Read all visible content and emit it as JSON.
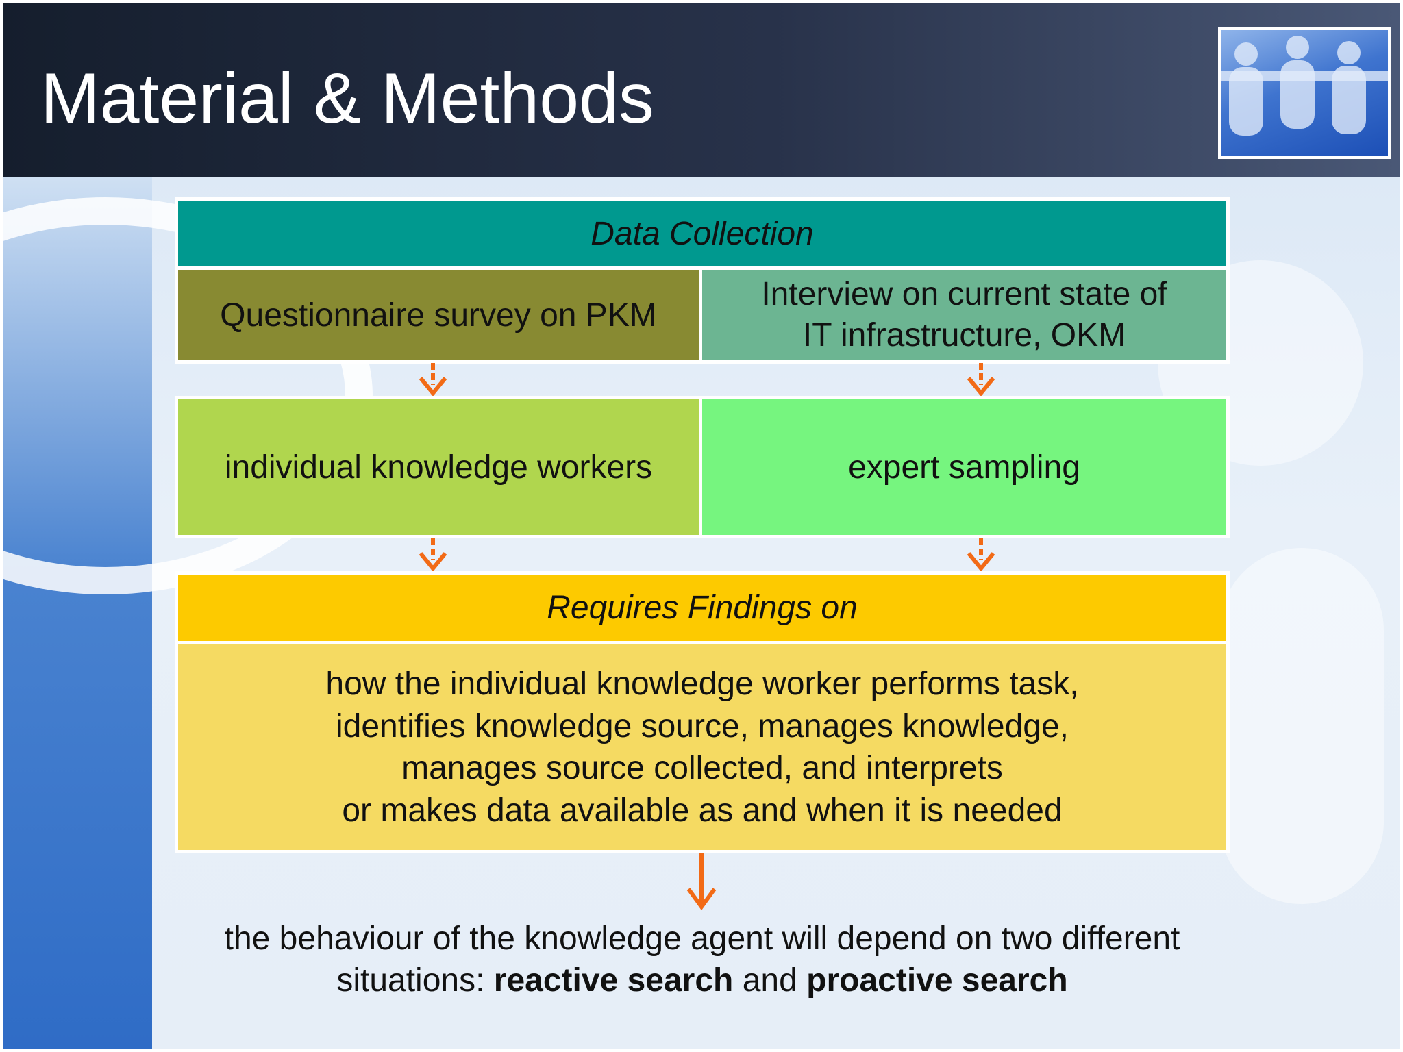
{
  "slide": {
    "title": "Material & Methods",
    "logo": "people-chain-logo"
  },
  "flow": {
    "data_collection_label": "Data Collection",
    "questionnaire_label": "Questionnaire survey on PKM",
    "interview_label_line1": "Interview on current state of",
    "interview_label_line2": "IT infrastructure, OKM",
    "individual_workers_label": "individual knowledge workers",
    "expert_sampling_label": "expert sampling",
    "requires_findings_label": "Requires Findings on",
    "findings_lines": [
      "how the individual knowledge worker performs task,",
      "identifies knowledge source, manages knowledge,",
      "manages source collected, and interprets",
      "or makes data available as and when it is needed"
    ]
  },
  "conclusion": {
    "line1": "the behaviour of the knowledge agent will depend on two different",
    "line2_prefix": "situations: ",
    "reactive": "reactive search",
    "middle": " and ",
    "proactive": "proactive search"
  },
  "colors": {
    "data_collection": "#00998f",
    "questionnaire": "#888a32",
    "interview": "#6cb592",
    "individual_workers": "#b0d64e",
    "expert_sampling": "#76f57f",
    "requires_findings": "#fdca00",
    "findings_body": "#f5da62",
    "arrow": "#f26a16"
  }
}
